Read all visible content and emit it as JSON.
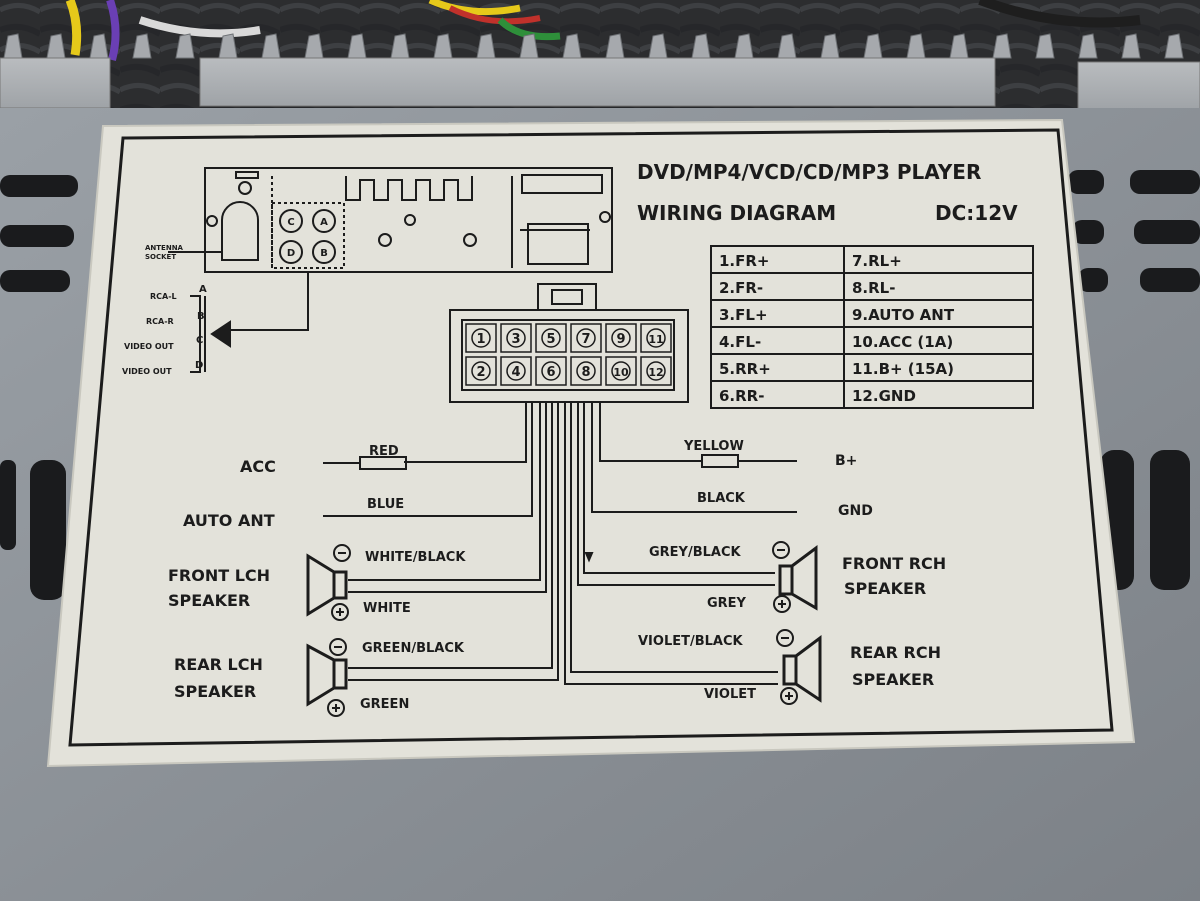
{
  "header": {
    "title": "DVD/MP4/VCD/CD/MP3 PLAYER",
    "subtitle": "WIRING DIAGRAM",
    "voltage": "DC:12V"
  },
  "back_panel": {
    "antenna_label_1": "ANTENNA",
    "antenna_label_2": "SOCKET",
    "rca_jacks": [
      "C",
      "A",
      "D",
      "B"
    ],
    "rca_outputs": [
      {
        "name": "RCA-L",
        "pin": "A"
      },
      {
        "name": "RCA-R",
        "pin": "B"
      },
      {
        "name": "VIDEO OUT",
        "pin": "C"
      },
      {
        "name": "VIDEO OUT",
        "pin": "D"
      }
    ]
  },
  "connector": {
    "top_row": [
      "1",
      "3",
      "5",
      "7",
      "9",
      "11"
    ],
    "bottom_row": [
      "2",
      "4",
      "6",
      "8",
      "10",
      "12"
    ]
  },
  "pin_table": [
    [
      "1.FR+",
      "7.RL+"
    ],
    [
      "2.FR-",
      "8.RL-"
    ],
    [
      "3.FL+",
      "9.AUTO ANT"
    ],
    [
      "4.FL-",
      "10.ACC  (1A)"
    ],
    [
      "5.RR+",
      "11.B+  (15A)"
    ],
    [
      "6.RR-",
      "12.GND"
    ]
  ],
  "wires": {
    "acc": {
      "label": "ACC",
      "color": "RED"
    },
    "auto_ant": {
      "label": "AUTO ANT",
      "color": "BLUE"
    },
    "bplus": {
      "label": "B+",
      "color": "YELLOW"
    },
    "gnd": {
      "label": "GND",
      "color": "BLACK"
    }
  },
  "speakers": {
    "front_l": {
      "line1": "FRONT LCH",
      "line2": "SPEAKER",
      "neg": "WHITE/BLACK",
      "pos": "WHITE"
    },
    "rear_l": {
      "line1": "REAR LCH",
      "line2": "SPEAKER",
      "neg": "GREEN/BLACK",
      "pos": "GREEN"
    },
    "front_r": {
      "line1": "FRONT RCH",
      "line2": "SPEAKER",
      "neg": "GREY/BLACK",
      "pos": "GREY"
    },
    "rear_r": {
      "line1": "REAR RCH",
      "line2": "SPEAKER",
      "neg": "VIOLET/BLACK",
      "pos": "VIOLET"
    }
  },
  "colors": {
    "label_paper": "#e3e2da",
    "ink": "#1c1c1c",
    "chassis": "#8d9095"
  }
}
